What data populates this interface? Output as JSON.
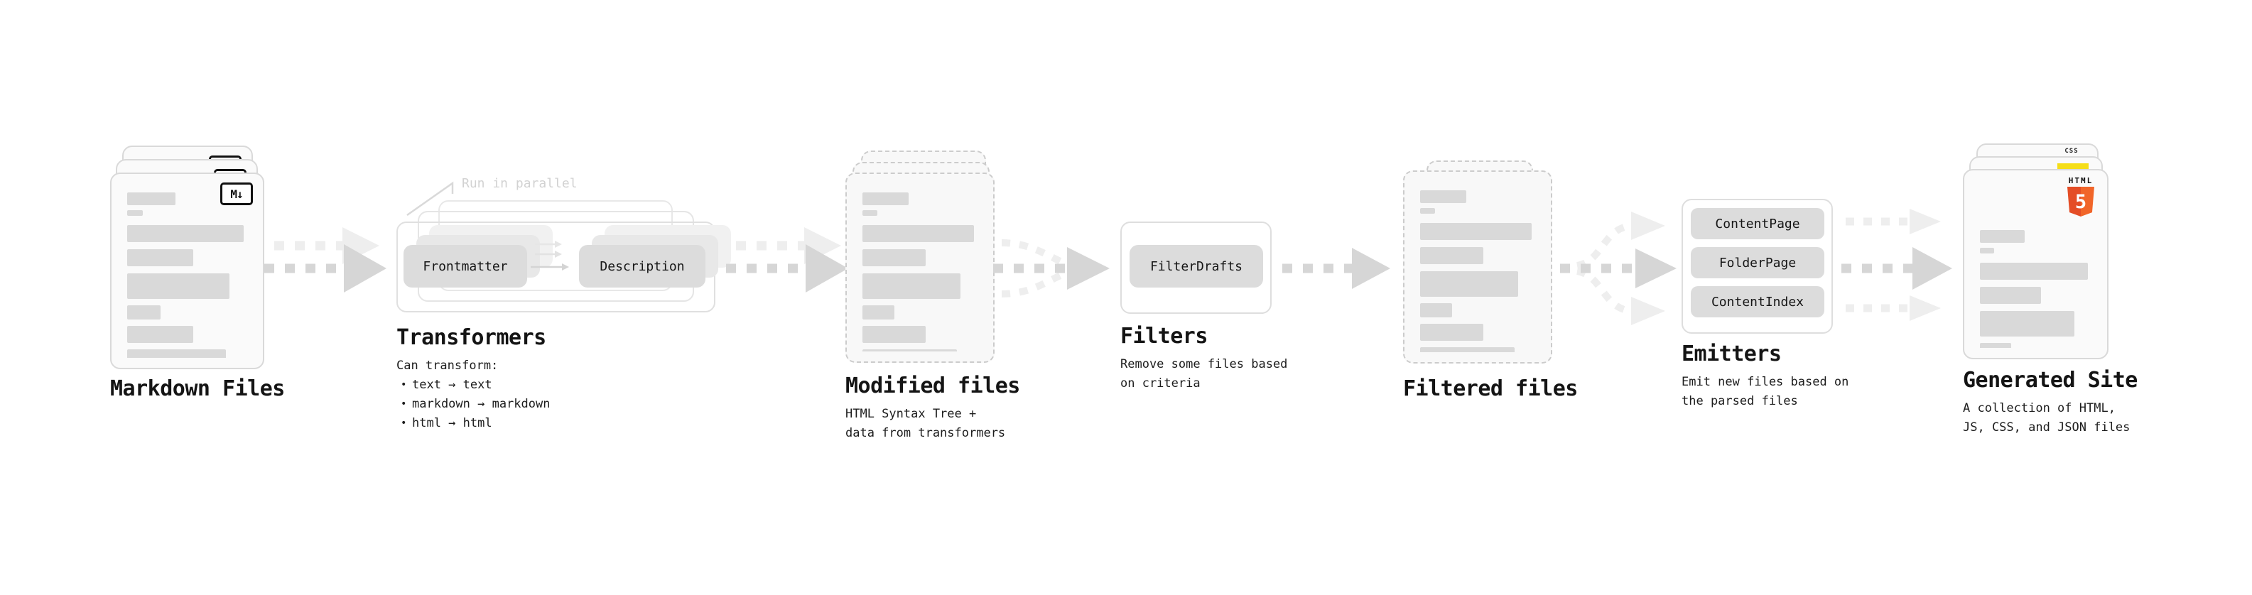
{
  "diagram": {
    "annotation_run_in_parallel": "Run in parallel",
    "stages": [
      {
        "id": "markdown-files",
        "title": "Markdown Files"
      },
      {
        "id": "transformers",
        "title": "Transformers",
        "body_intro": "Can transform:",
        "bullets": [
          "text → text",
          "markdown → markdown",
          "html → html"
        ],
        "buttons": [
          "Frontmatter",
          "Description"
        ]
      },
      {
        "id": "modified-files",
        "title": "Modified files",
        "body": "HTML Syntax Tree +\ndata from transformers"
      },
      {
        "id": "filters",
        "title": "Filters",
        "body": "Remove some files based\non criteria",
        "buttons": [
          "FilterDrafts"
        ]
      },
      {
        "id": "filtered-files",
        "title": "Filtered files"
      },
      {
        "id": "emitters",
        "title": "Emitters",
        "body": "Emit new files based on\nthe parsed files",
        "buttons": [
          "ContentPage",
          "FolderPage",
          "ContentIndex"
        ]
      },
      {
        "id": "generated-site",
        "title": "Generated Site",
        "body": "A collection of HTML,\nJS, CSS, and JSON files"
      }
    ],
    "badges": {
      "markdown": "M↓",
      "html5_label": "HTML",
      "html5_number": "5",
      "css_label": "CSS"
    },
    "colors": {
      "arrow": "#d6d6d6",
      "arrow_faded": "#eeeeee",
      "card_border": "#d9d9d9",
      "card_bg": "#fafafa",
      "bar": "#d9d9d9",
      "pill_bg": "#dcdcdc",
      "annotation": "#d2d2d2",
      "html5_orange": "#e44d26",
      "js_yellow": "#f5de19",
      "css_blue": "#2965f1"
    }
  }
}
